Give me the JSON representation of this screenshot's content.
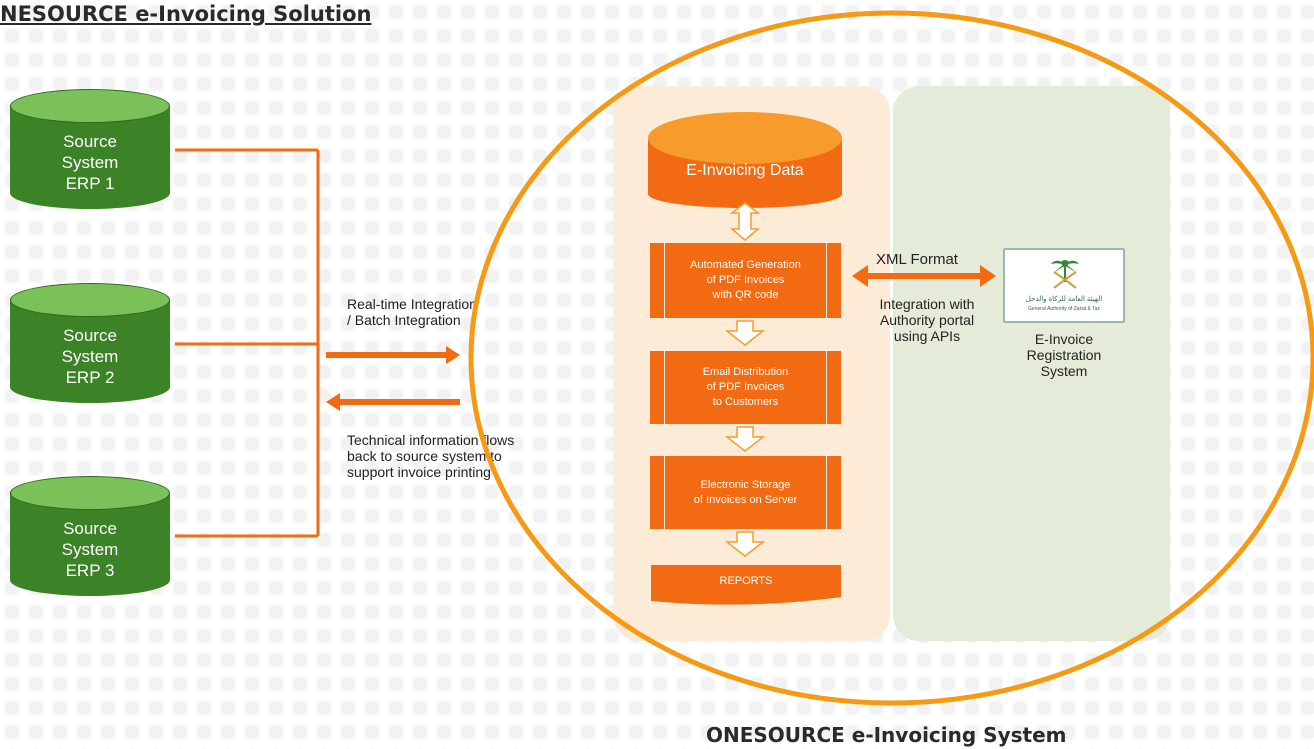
{
  "title": "NESOURCE e-Invoicing Solution",
  "bottom_title": "ONESOURCE e-Invoicing System",
  "sources": [
    {
      "line1": "Source",
      "line2": "System",
      "line3": "ERP 1"
    },
    {
      "line1": "Source",
      "line2": "System",
      "line3": "ERP 2"
    },
    {
      "line1": "Source",
      "line2": "System",
      "line3": "ERP 3"
    }
  ],
  "integration_note": {
    "line1": "Real-time Integration",
    "line2": "/ Batch Integration"
  },
  "feedback_note": {
    "line1": "Technical information flows",
    "line2": "back to source system to",
    "line3": "support invoice printing"
  },
  "database_label": "E-Invoicing Data",
  "steps": [
    {
      "line1": "Automated Generation",
      "line2": "of PDF Invoices",
      "line3": "with QR code"
    },
    {
      "line1": "Email Distribution",
      "line2": "of PDF Invoices",
      "line3": "to Customers"
    },
    {
      "line1": "Electronic Storage",
      "line2": "of Invoices on Server"
    }
  ],
  "reports_label": "REPORTS",
  "xml_label": "XML Format",
  "authority_note": {
    "line1": "Integration with",
    "line2": "Authority portal",
    "line3": "using APIs"
  },
  "registration": {
    "line1": "E-Invoice",
    "line2": "Registration",
    "line3": "System"
  },
  "logo": {
    "arabic": "الهيئة العامة للزكاة والدخل",
    "english": "General Authority of Zakat & Tax"
  },
  "colors": {
    "orange": "#f26b12",
    "green": "#3b8326",
    "ring": "#f59a12"
  }
}
